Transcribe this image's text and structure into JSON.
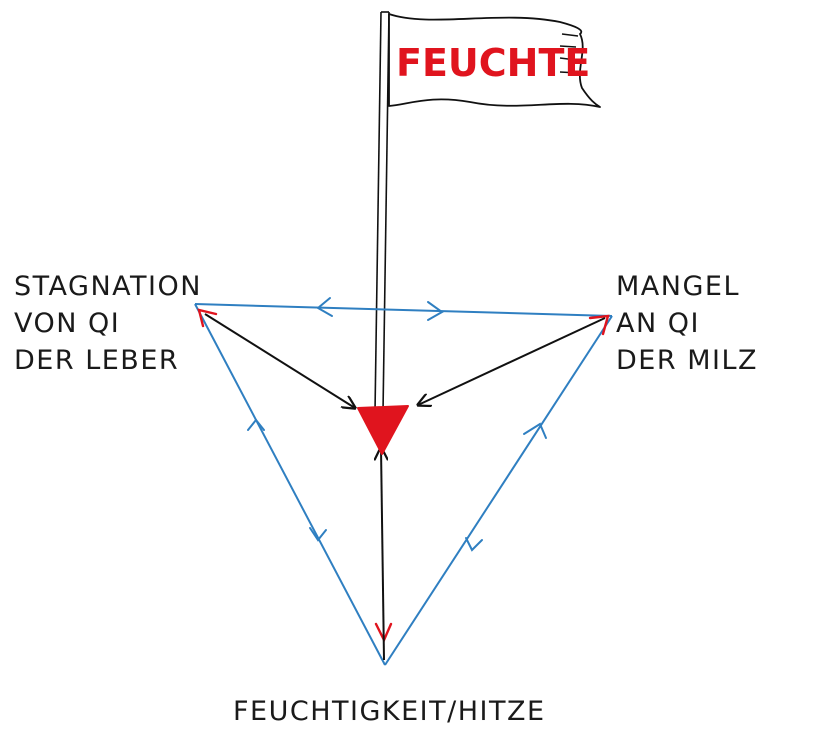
{
  "flag": {
    "text": "FEUCHTE"
  },
  "nodes": {
    "left": {
      "lines": [
        "STAGNATION",
        "VON QI",
        "DER LEBER"
      ]
    },
    "right": {
      "lines": [
        "MANGEL",
        "AN QI",
        "DER MILZ"
      ]
    },
    "bottom": {
      "lines": [
        "FEUCHTIGKEIT/HITZE"
      ]
    }
  },
  "colors": {
    "outer_edges": "#2f7fc1",
    "inner_arrows": "#111111",
    "center_marker": "#e0141e",
    "arrow_tips": "#e0141e",
    "text": "#1a1a1a"
  }
}
